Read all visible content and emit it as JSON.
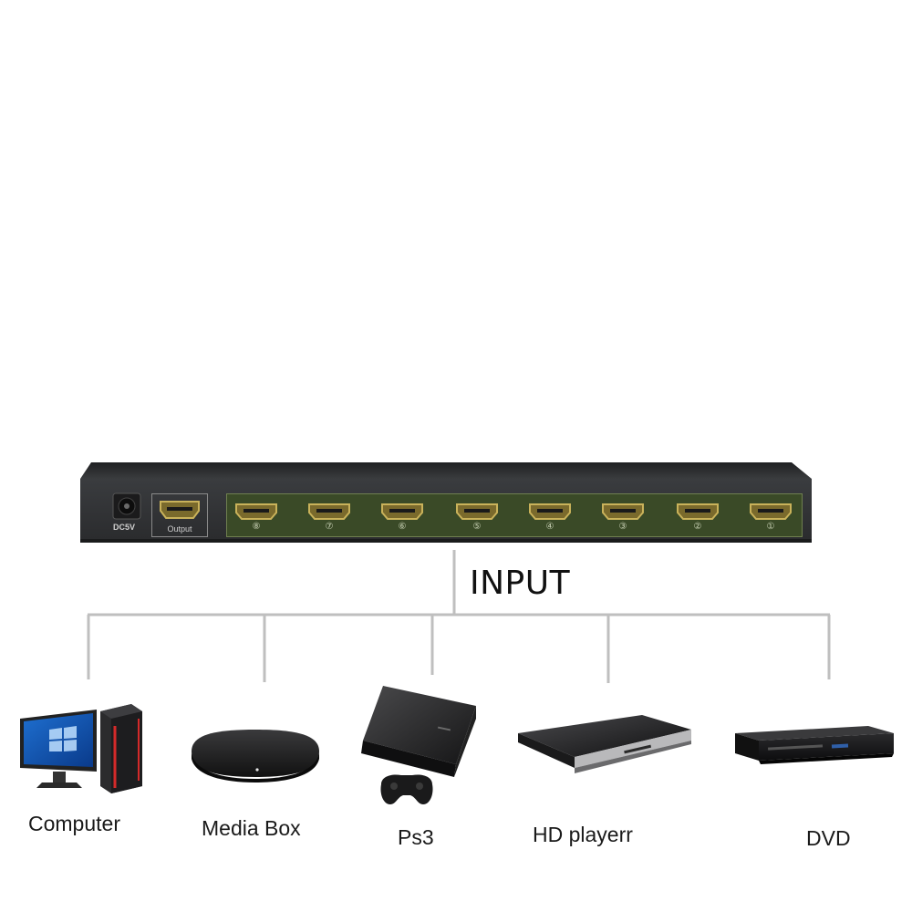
{
  "device": {
    "power_label": "DC5V",
    "output_label": "Output",
    "input_ports": [
      "⑧",
      "⑦",
      "⑥",
      "⑤",
      "④",
      "③",
      "②",
      "①"
    ]
  },
  "input_label": "INPUT",
  "sources": [
    {
      "label": "Computer",
      "icon": "computer-icon"
    },
    {
      "label": "Media Box",
      "icon": "media-box-icon"
    },
    {
      "label": "Ps3",
      "icon": "ps3-icon"
    },
    {
      "label": "HD playerr",
      "icon": "hd-player-icon"
    },
    {
      "label": "DVD",
      "icon": "dvd-player-icon"
    }
  ],
  "colors": {
    "device_body": "#2f3133",
    "input_panel": "#3a4a27",
    "port_gold": "#b8a04a",
    "connector_line": "#bfbfbf"
  }
}
